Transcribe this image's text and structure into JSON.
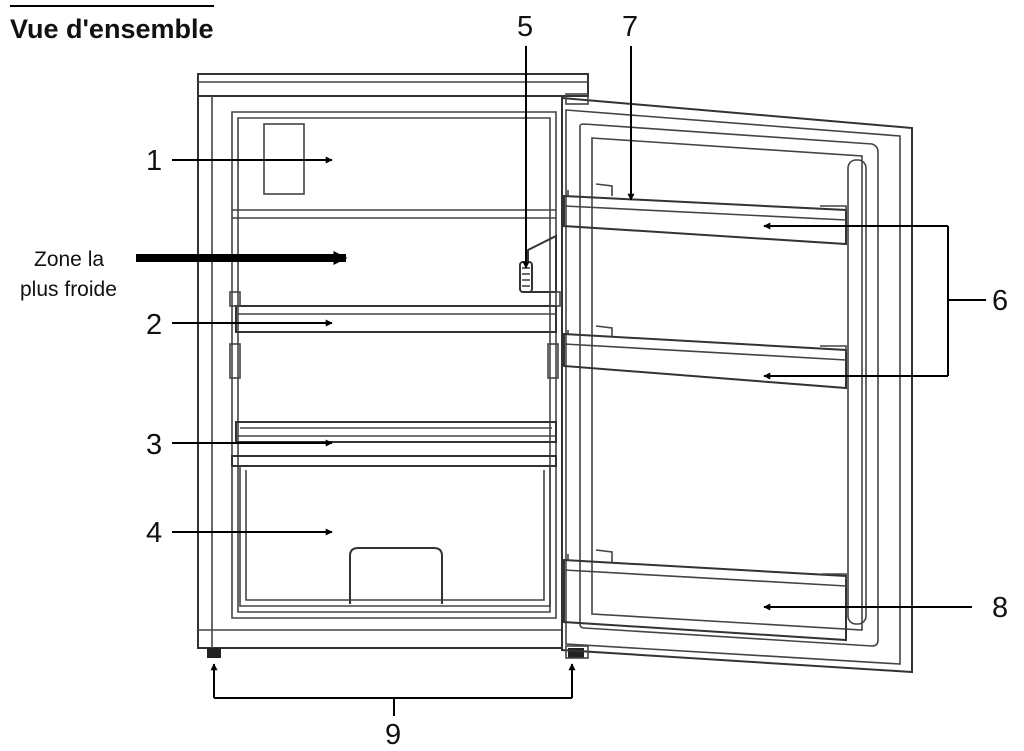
{
  "title": "Vue d'ensemble",
  "zone": {
    "line1": "Zone la",
    "line2": "plus froide"
  },
  "callouts": [
    {
      "id": "1",
      "text": "1"
    },
    {
      "id": "2",
      "text": "2"
    },
    {
      "id": "3",
      "text": "3"
    },
    {
      "id": "4",
      "text": "4"
    },
    {
      "id": "5",
      "text": "5"
    },
    {
      "id": "6",
      "text": "6"
    },
    {
      "id": "7",
      "text": "7"
    },
    {
      "id": "8",
      "text": "8"
    },
    {
      "id": "9",
      "text": "9"
    }
  ]
}
